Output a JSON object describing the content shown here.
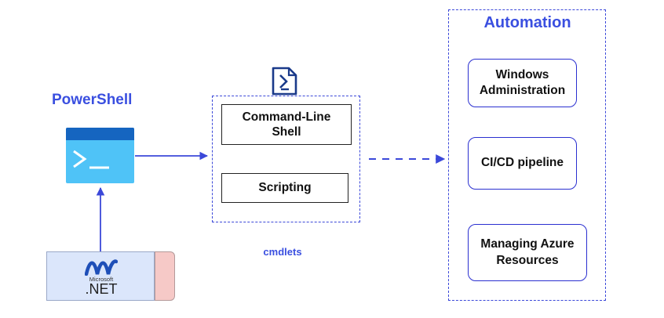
{
  "powershell": {
    "title": "PowerShell"
  },
  "dotnet": {
    "brand_small": "Microsoft",
    "brand_main": ".NET"
  },
  "cmdlets": {
    "label": "cmdlets",
    "items": [
      "Command-Line\nShell",
      "Scripting"
    ]
  },
  "automation": {
    "title": "Automation",
    "items": [
      "Windows\nAdministration",
      "CI/CD pipeline",
      "Managing Azure\nResources"
    ]
  },
  "colors": {
    "accent": "#3a4fe0",
    "ps_icon_dark": "#1565c0",
    "ps_icon_light": "#4fc3f7",
    "dotnet_bg": "#dbe6fb",
    "dotnet_side": "#f6c9c7"
  },
  "icons": {
    "powershell": "powershell-icon",
    "script_file": "script-file-icon",
    "dotnet": "dotnet-logo"
  }
}
